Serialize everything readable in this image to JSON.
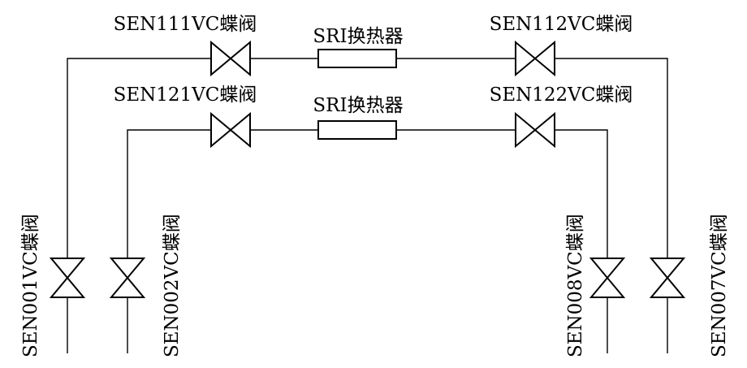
{
  "labels": {
    "valve_top_left": "SEN111VC蝶阀",
    "hx_top": "SRI换热器",
    "valve_top_right": "SEN112VC蝶阀",
    "valve_mid_left": "SEN121VC蝶阀",
    "hx_mid": "SRI换热器",
    "valve_mid_right": "SEN122VC蝶阀",
    "valve_v1": "SEN001VC蝶阀",
    "valve_v2": "SEN002VC蝶阀",
    "valve_v8": "SEN008VC蝶阀",
    "valve_v7": "SEN007VC蝶阀"
  }
}
